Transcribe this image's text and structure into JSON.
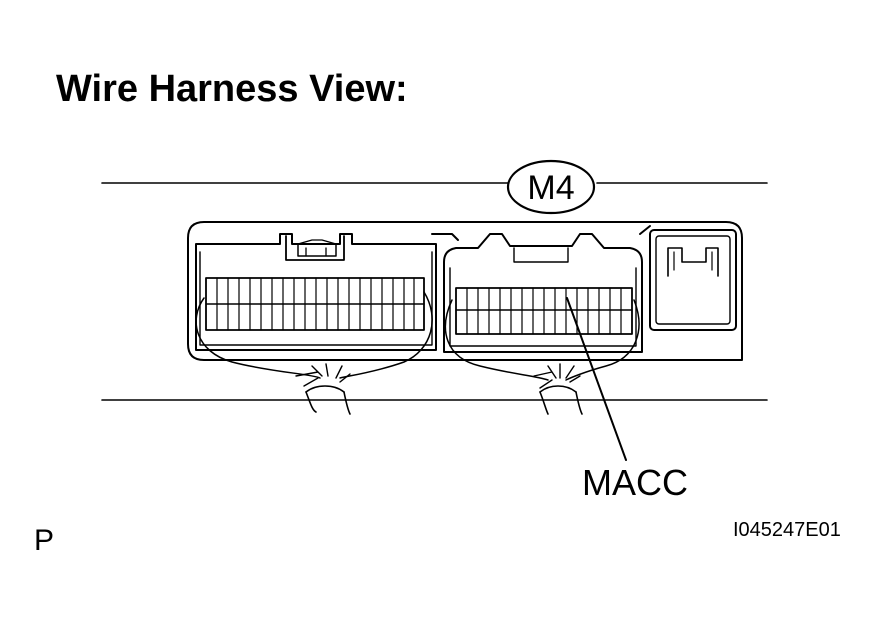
{
  "title": "Wire Harness View:",
  "connector": {
    "id": "M4"
  },
  "wire_label": "MACC",
  "left_mark": "P",
  "figure_id": "I045247E01",
  "colors": {
    "ink": "#000000",
    "background": "#ffffff"
  }
}
